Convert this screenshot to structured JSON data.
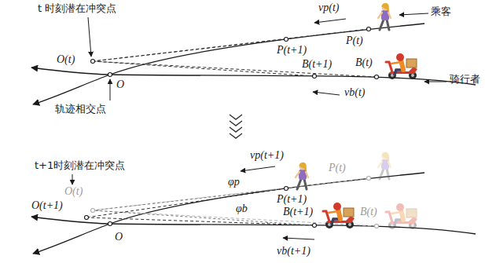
{
  "diagram": {
    "labels": [
      "t 时刻潜在冲突点",
      "O(t)",
      "O",
      "轨迹相交点",
      "vp(t)",
      "乘客",
      "P(t+1)",
      "P(t)",
      "B(t+1)",
      "B(t)",
      "vb(t)",
      "骑行者",
      "vp(t+1)",
      "t+1时刻潜在冲突点",
      "O(t)",
      "φp",
      "P(t)",
      "P(t+1)",
      "O(t+1)",
      "O",
      "φb",
      "B(t+1)",
      "B(t)",
      "vb(t+1)"
    ]
  }
}
